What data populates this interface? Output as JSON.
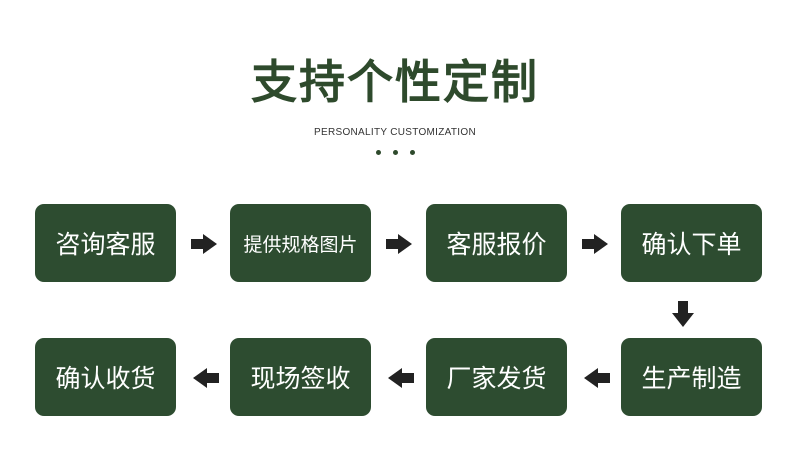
{
  "header": {
    "title": "支持个性定制",
    "subtitle": "PERSONALITY CUSTOMIZATION"
  },
  "steps": [
    "咨询客服",
    "提供规格图片",
    "客服报价",
    "确认下单",
    "生产制造",
    "厂家发货",
    "现场签收",
    "确认收货"
  ],
  "colors": {
    "box": "#2d4c30",
    "title": "#2e4a2c",
    "arrow": "#222222"
  },
  "icons": {
    "arrow_right": "arrow-right-icon",
    "arrow_left": "arrow-left-icon",
    "arrow_down": "arrow-down-icon"
  }
}
